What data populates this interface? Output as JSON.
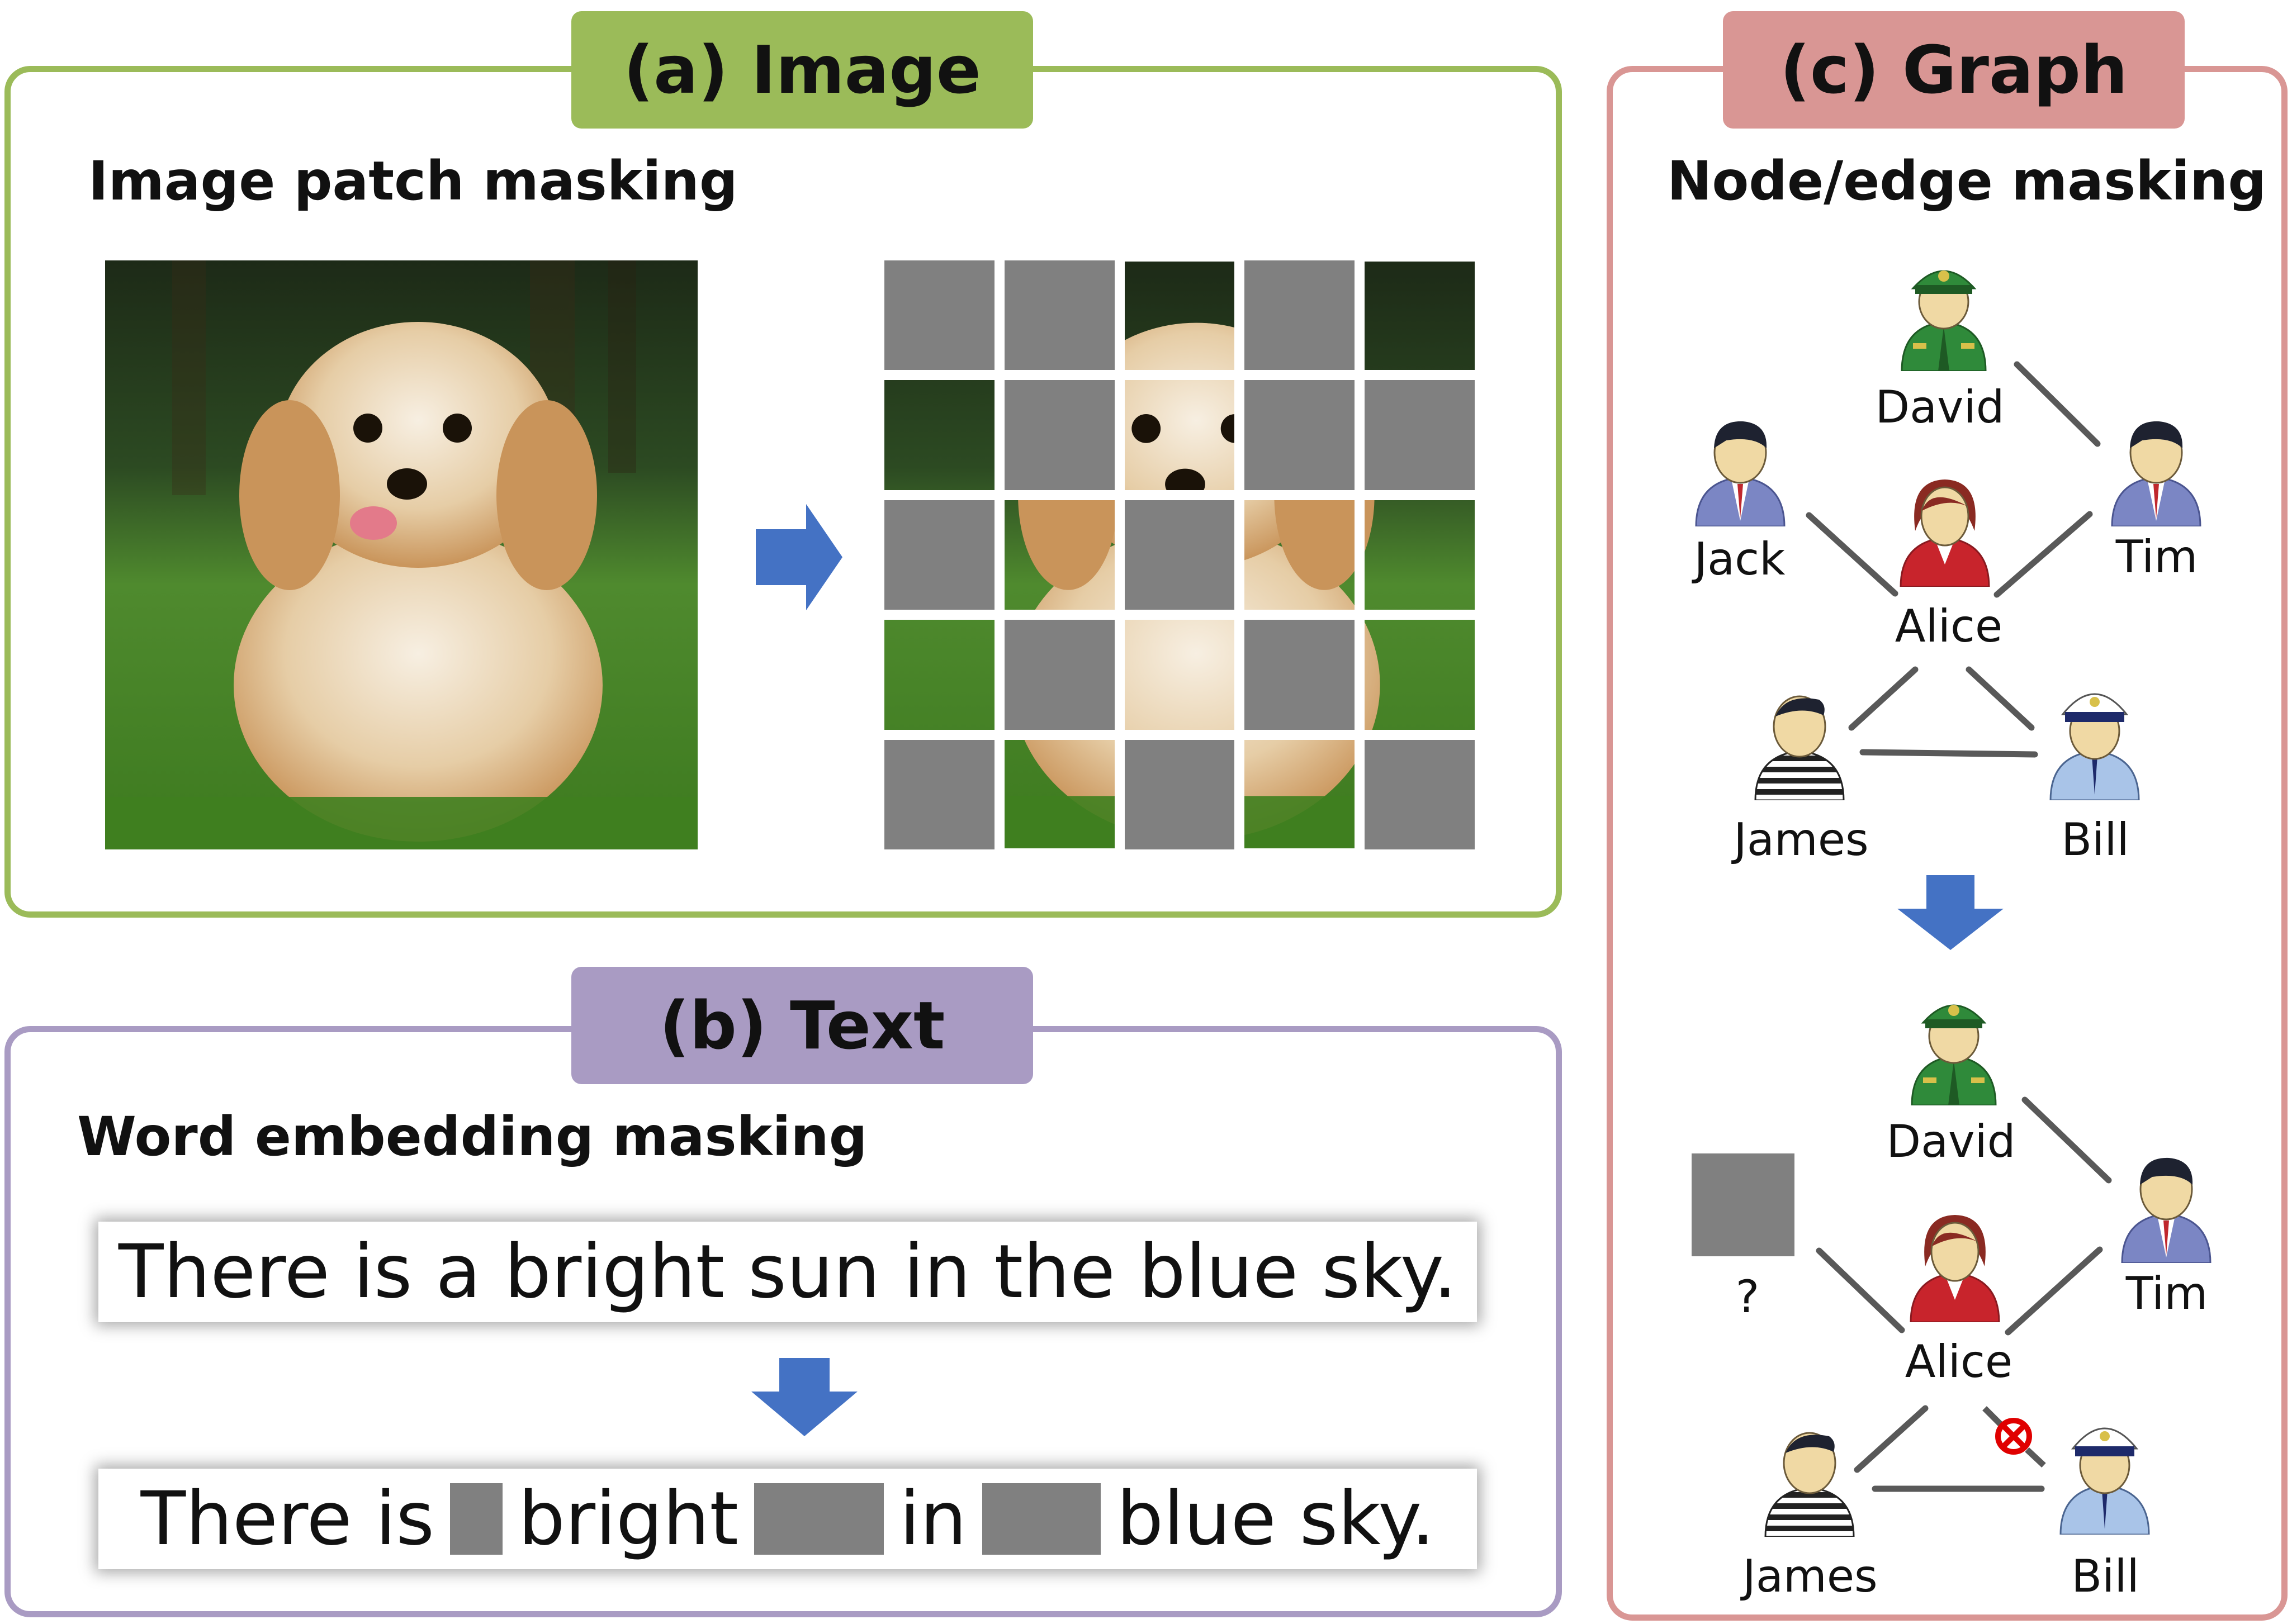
{
  "panel_a": {
    "title": "(a) Image",
    "subtitle": "Image patch masking",
    "border_color": "#9bbb59",
    "tab_color": "#9bbb59",
    "grid": {
      "rows": 5,
      "cols": 5,
      "masked": [
        [
          1,
          1,
          0,
          1,
          0
        ],
        [
          0,
          1,
          0,
          1,
          1
        ],
        [
          1,
          0,
          1,
          0,
          0
        ],
        [
          0,
          1,
          0,
          1,
          0
        ],
        [
          1,
          0,
          1,
          0,
          1
        ]
      ],
      "mask_color": "#808080"
    },
    "photo_icon": "dog-photo"
  },
  "panel_b": {
    "title": "(b) Text",
    "subtitle": "Word embedding masking",
    "border_color": "#a99bc3",
    "tab_color": "#a99bc3",
    "original_sentence": "There is a bright sun in the blue sky.",
    "masked_sentence": {
      "part1": "There is",
      "part2": "bright",
      "part3": "in",
      "part4": "blue sky."
    }
  },
  "panel_c": {
    "title": "(c) Graph",
    "subtitle": "Node/edge masking",
    "border_color": "#d99694",
    "tab_color": "#d99694",
    "top_graph": {
      "nodes": [
        {
          "name": "David",
          "icon": "soldier-icon"
        },
        {
          "name": "Jack",
          "icon": "businessman-icon"
        },
        {
          "name": "Tim",
          "icon": "businessman-icon"
        },
        {
          "name": "Alice",
          "icon": "woman-icon"
        },
        {
          "name": "James",
          "icon": "prisoner-icon"
        },
        {
          "name": "Bill",
          "icon": "police-icon"
        }
      ]
    },
    "bottom_graph": {
      "nodes": [
        {
          "name": "David",
          "icon": "soldier-icon"
        },
        {
          "name": "?",
          "icon": "masked-node"
        },
        {
          "name": "Tim",
          "icon": "businessman-icon"
        },
        {
          "name": "Alice",
          "icon": "woman-icon"
        },
        {
          "name": "James",
          "icon": "prisoner-icon"
        },
        {
          "name": "Bill",
          "icon": "police-icon"
        }
      ],
      "masked_edge_icon": "cross-circle-icon"
    }
  },
  "colors": {
    "arrow": "#4472c4",
    "edge": "#595959",
    "mask": "#808080",
    "cross": "#e00000"
  }
}
